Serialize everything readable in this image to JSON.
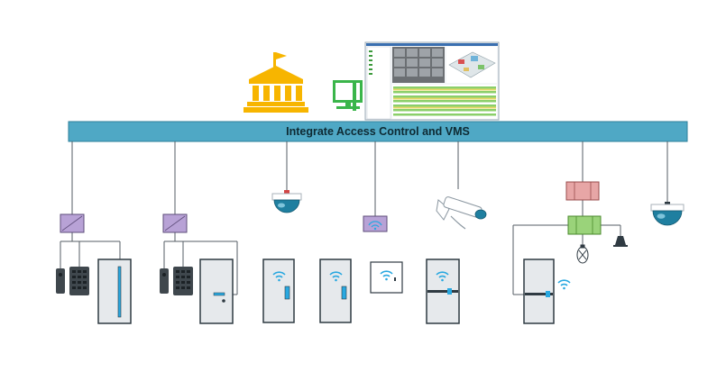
{
  "bus": {
    "label": "Integrate Access Control and VMS"
  },
  "colors": {
    "bus_fill": "#4fa8c5",
    "bus_stroke": "#2c7f9a",
    "building": "#f7b500",
    "computer": "#3ab54a",
    "controller": "#b8a2d6",
    "relay_red": "#e7a6a6",
    "relay_green": "#9ad37a",
    "wifi": "#29a8e0",
    "door_fill": "#e6e9ec",
    "door_stroke": "#2f3a42",
    "camera_blue": "#1f7fa0"
  },
  "icons": [
    "building-icon",
    "computer-icon",
    "vms-screenshot",
    "controller-box",
    "card-reader-icon",
    "keypad-icon",
    "door-icon",
    "wifi-icon",
    "dome-camera-icon",
    "bullet-camera-icon",
    "relay-module",
    "siren-icon",
    "horn-icon"
  ]
}
